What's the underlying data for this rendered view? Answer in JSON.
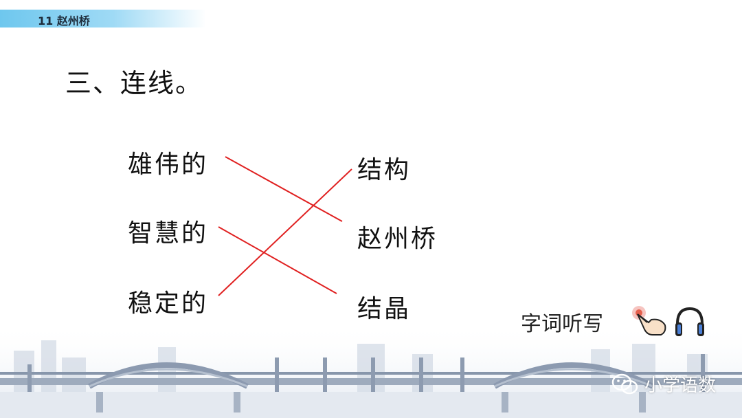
{
  "header": {
    "lesson": "11  赵州桥"
  },
  "heading": "三、连线。",
  "left_words": [
    "雄伟的",
    "智慧的",
    "稳定的"
  ],
  "right_words": [
    "结构",
    "赵州桥",
    "结晶"
  ],
  "connections": [
    {
      "from": "雄伟的",
      "to": "赵州桥"
    },
    {
      "from": "智慧的",
      "to": "结晶"
    },
    {
      "from": "稳定的",
      "to": "结构"
    }
  ],
  "dictation": {
    "label": "字词听写"
  },
  "watermark": {
    "text": "小学语数"
  },
  "colors": {
    "line": "#e02020",
    "header": "#6ec7ee"
  }
}
